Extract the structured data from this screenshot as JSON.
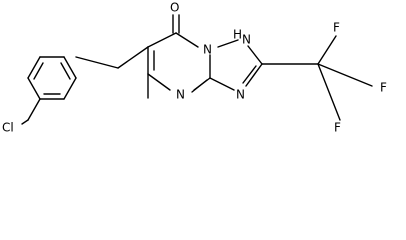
{
  "molecule": {
    "atoms": {
      "chlorine": "Cl",
      "oxygen": "O",
      "nh": "N",
      "nh_h": "H",
      "bridge_n": "N",
      "pyrimidine_n": "N",
      "triazole_n": "N",
      "fluorine_top": "F",
      "fluorine_right": "F",
      "fluorine_bottom": "F"
    }
  }
}
